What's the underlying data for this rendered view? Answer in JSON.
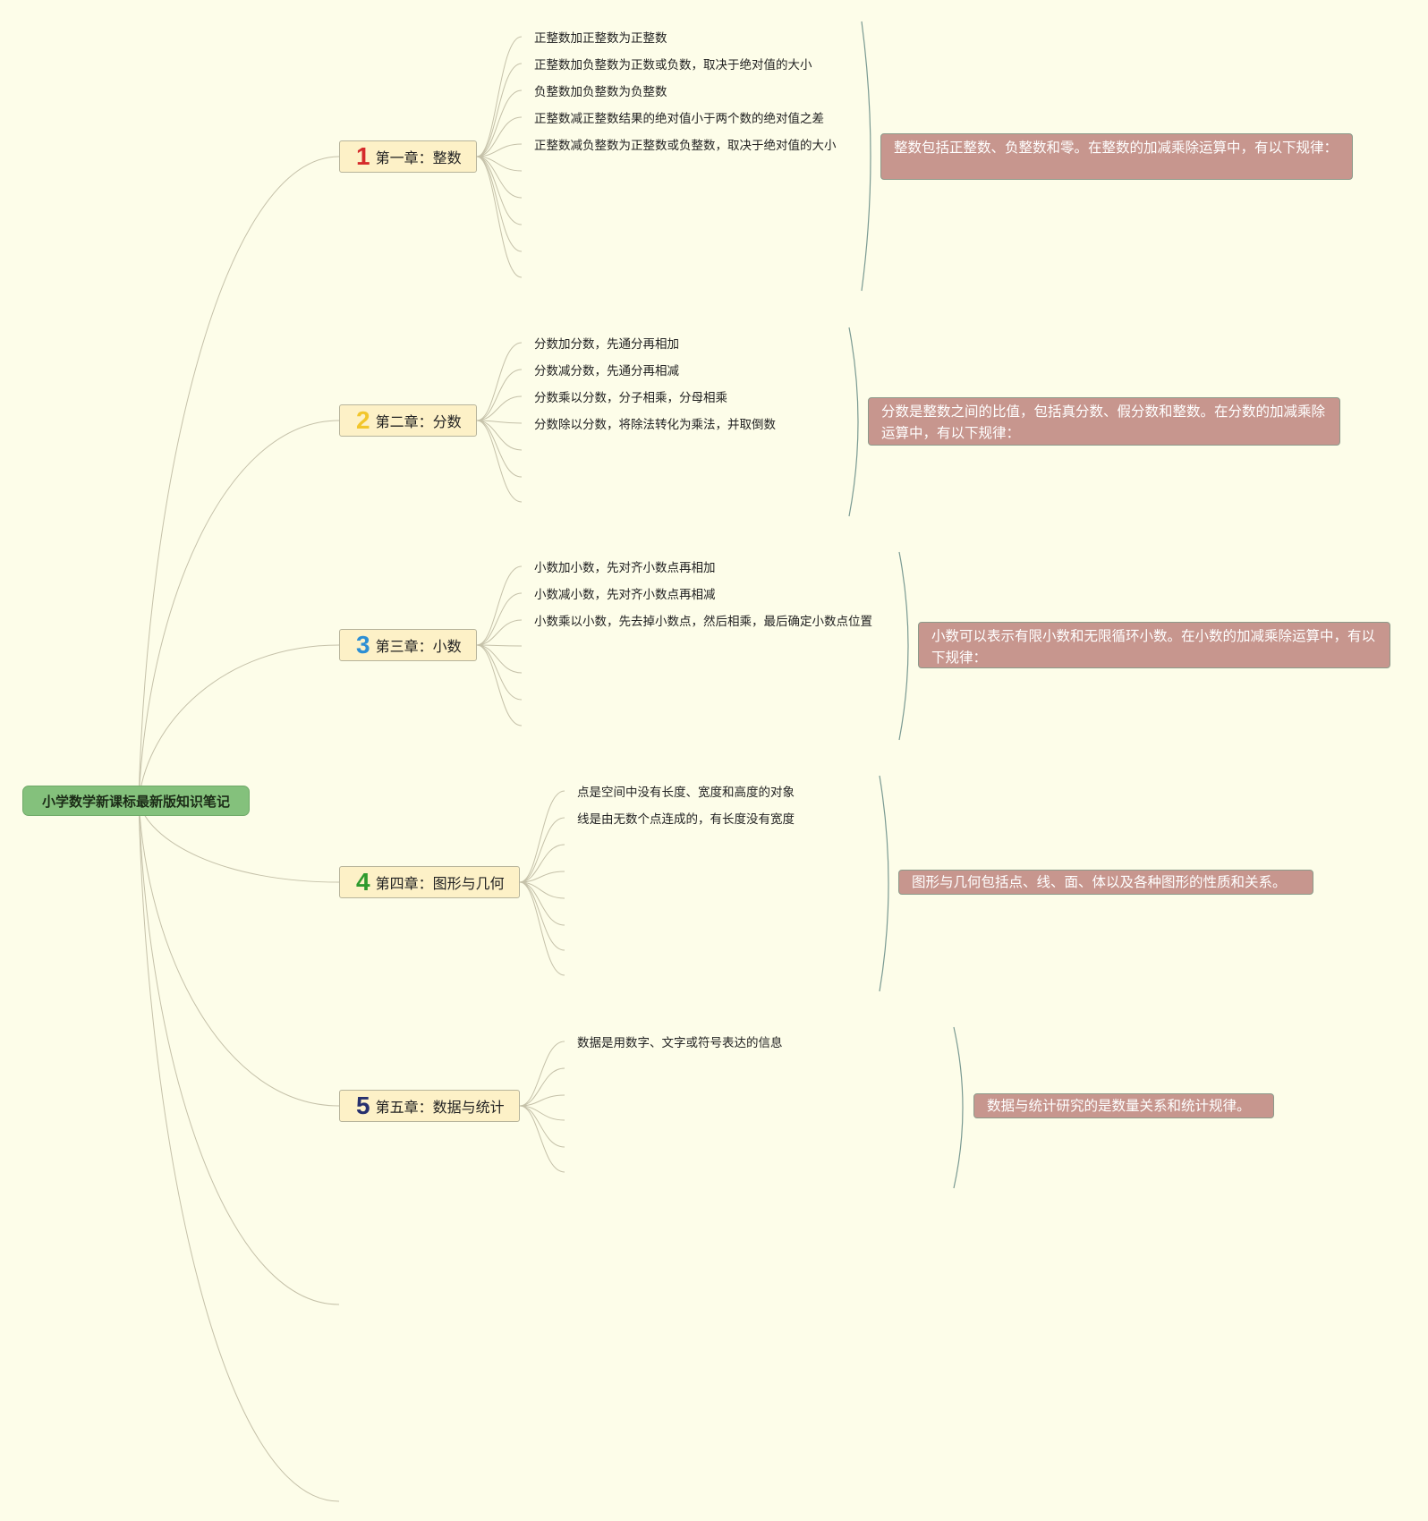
{
  "root": {
    "title": "小学数学新课标最新版知识笔记"
  },
  "chapters": [
    {
      "num": "1",
      "num_color": "#d52b2b",
      "title": "第一章：整数",
      "points": [
        "正整数加正整数为正整数",
        "正整数加负整数为正数或负数，取决于绝对值的大小",
        "负整数加负整数为负整数",
        "正整数减正整数结果的绝对值小于两个数的绝对值之差",
        "正整数减负整数为正整数或负整数，取决于绝对值的大小"
      ],
      "summary": "整数包括正整数、负整数和零。在整数的加减乘除运算中，有以下规律："
    },
    {
      "num": "2",
      "num_color": "#f2c62c",
      "title": "第二章：分数",
      "points": [
        "分数加分数，先通分再相加",
        "分数减分数，先通分再相减",
        "分数乘以分数，分子相乘，分母相乘",
        "分数除以分数，将除法转化为乘法，并取倒数"
      ],
      "summary": "分数是整数之间的比值，包括真分数、假分数和整数。在分数的加减乘除运算中，有以下规律："
    },
    {
      "num": "3",
      "num_color": "#2d8fd4",
      "title": "第三章：小数",
      "points": [
        "小数加小数，先对齐小数点再相加",
        "小数减小数，先对齐小数点再相减",
        "小数乘以小数，先去掉小数点，然后相乘，最后确定小数点位置"
      ],
      "summary": "小数可以表示有限小数和无限循环小数。在小数的加减乘除运算中，有以下规律："
    },
    {
      "num": "4",
      "num_color": "#2e9a2e",
      "title": "第四章：图形与几何",
      "points": [
        "点是空间中没有长度、宽度和高度的对象",
        "线是由无数个点连成的，有长度没有宽度"
      ],
      "summary": "图形与几何包括点、线、面、体以及各种图形的性质和关系。"
    },
    {
      "num": "5",
      "num_color": "#27306e",
      "title": "第五章：数据与统计",
      "points": [
        "数据是用数字、文字或符号表达的信息"
      ],
      "summary": "数据与统计研究的是数量关系和统计规律。"
    }
  ],
  "colors": {
    "branch": "#c5c1a9",
    "bracket": "#7a9a92"
  }
}
